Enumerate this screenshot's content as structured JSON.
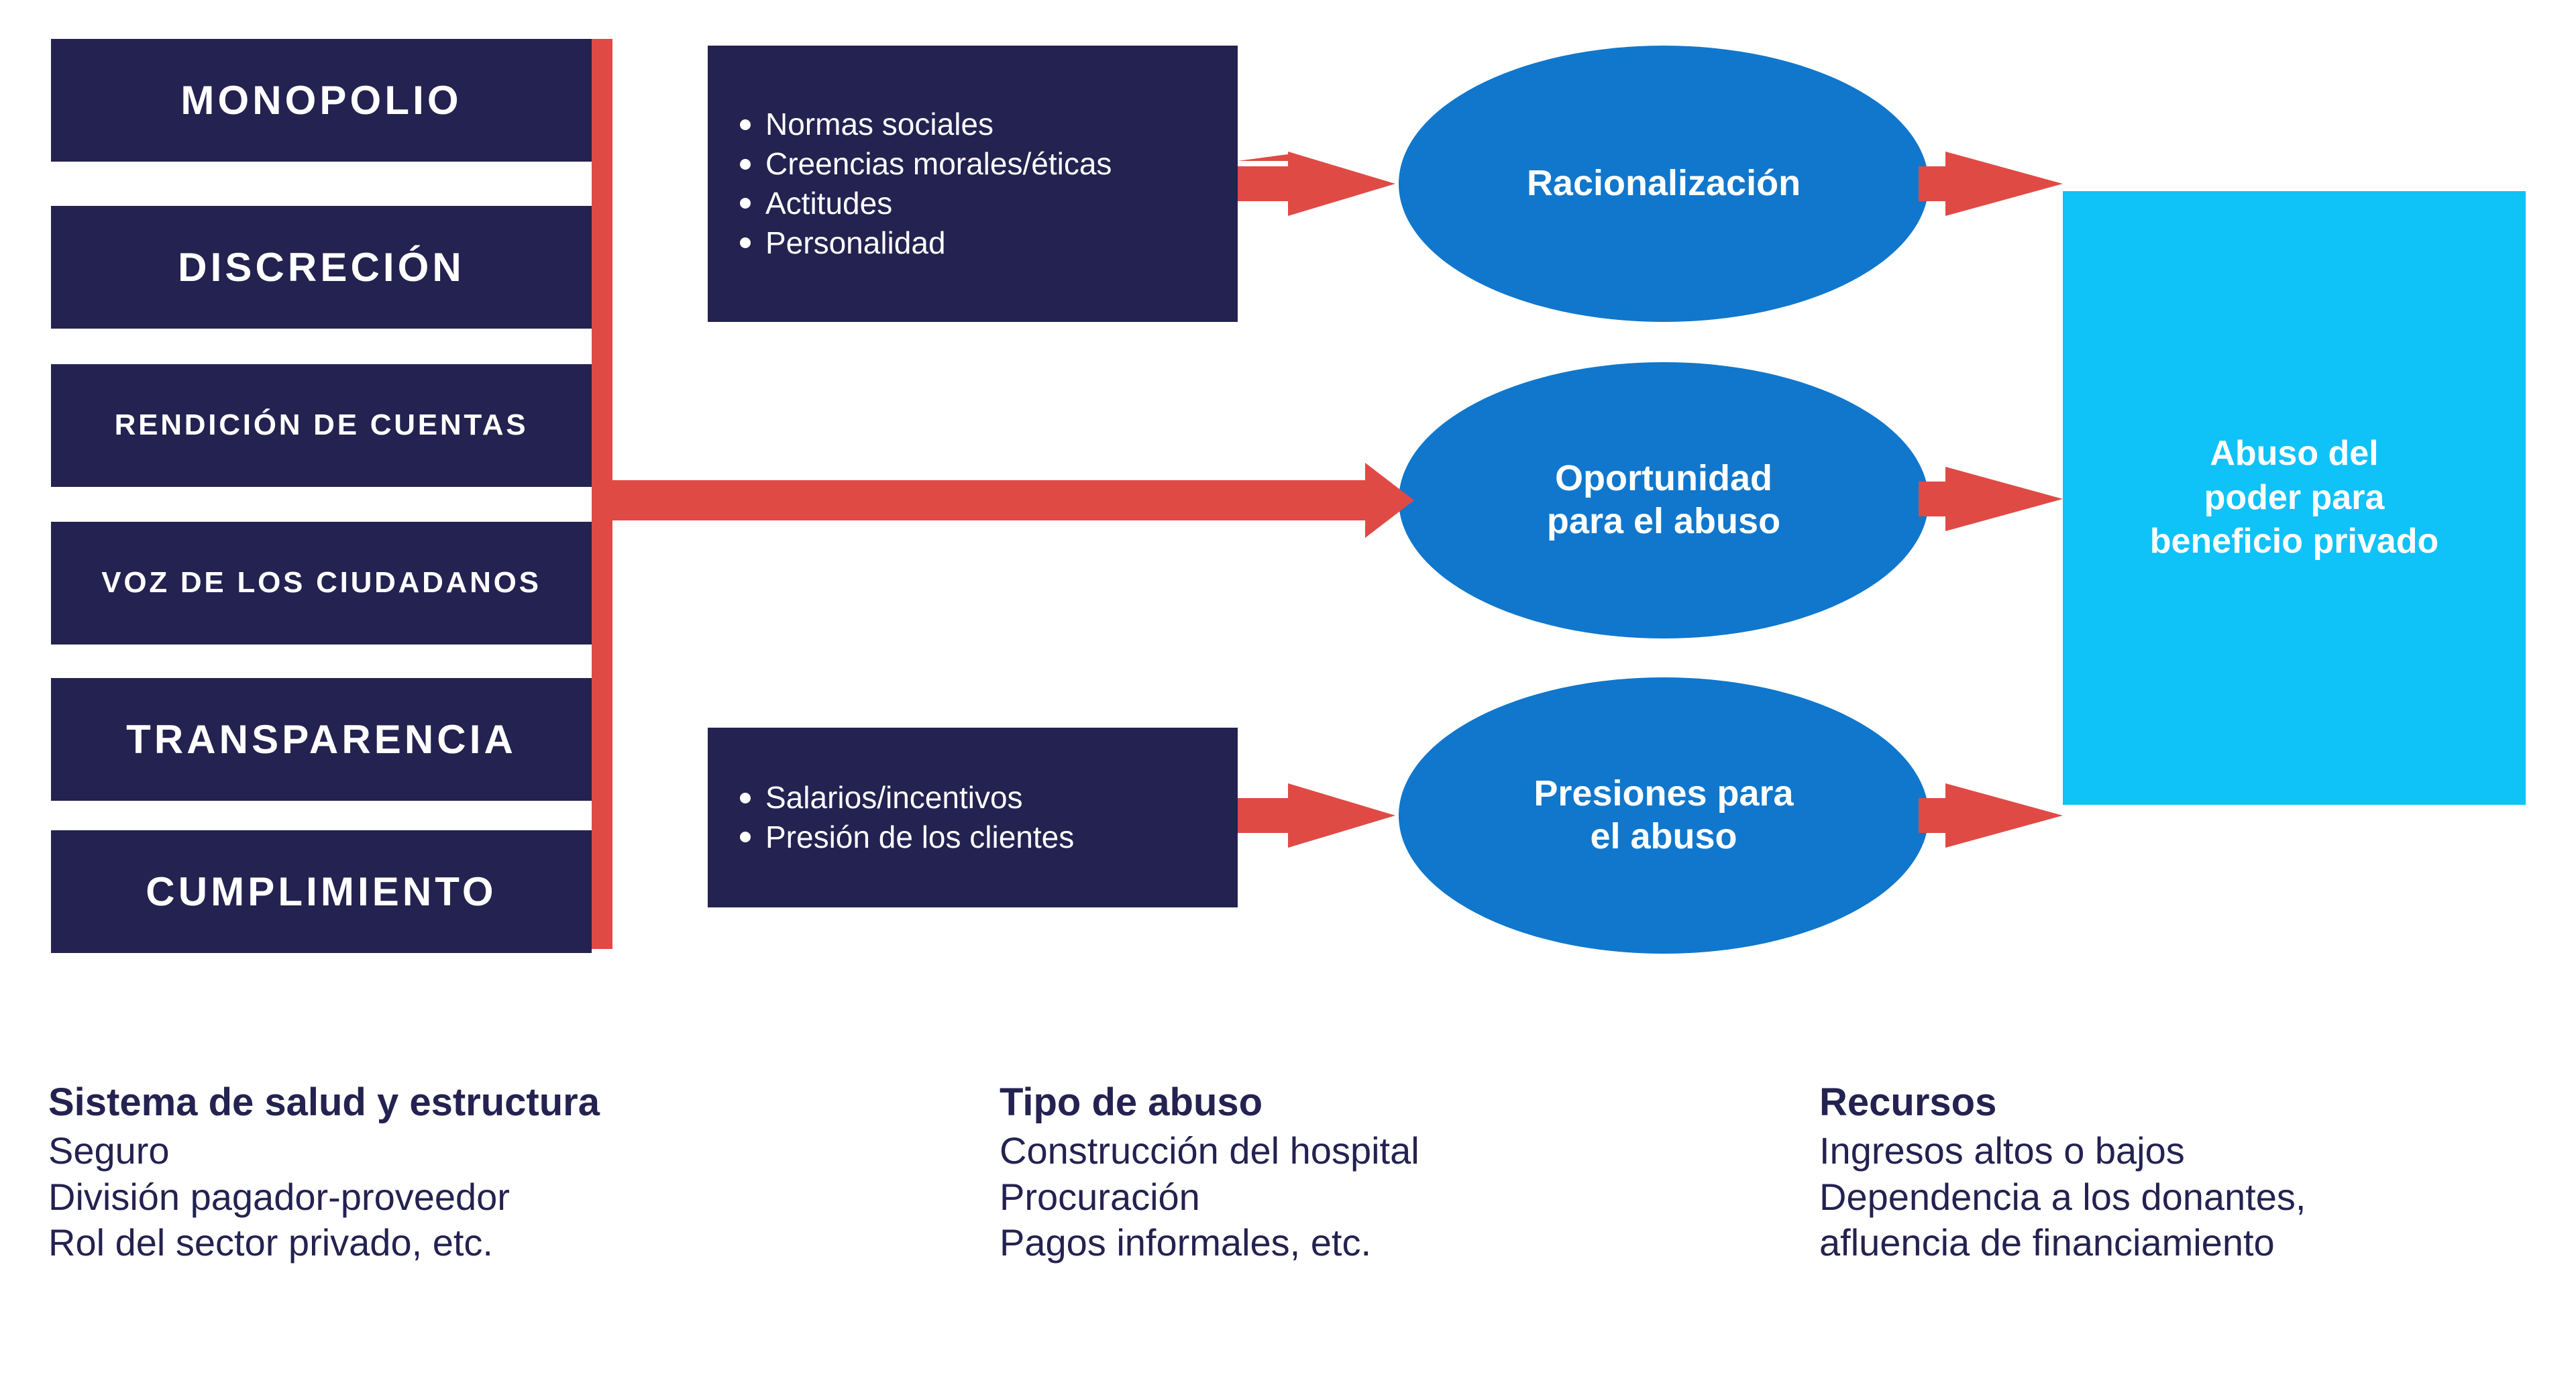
{
  "colors": {
    "navy": "#232250",
    "red": "#e04a45",
    "blue": "#1077cc",
    "cyan": "#0fc2f7",
    "white": "#ffffff",
    "background": "#ffffff"
  },
  "drivers": {
    "items": [
      {
        "label": "MONOPOLIO",
        "size": "big"
      },
      {
        "label": "DISCRECIÓN",
        "size": "big"
      },
      {
        "label": "RENDICIÓN DE CUENTAS",
        "size": "small"
      },
      {
        "label": "VOZ DE LOS CIUDADANOS",
        "size": "small"
      },
      {
        "label": "TRANSPARENCIA",
        "size": "big"
      },
      {
        "label": "CUMPLIMIENTO",
        "size": "big"
      }
    ]
  },
  "factor_boxes": [
    {
      "id": "individual-factors",
      "bullets": [
        "Normas sociales",
        "Creencias morales/éticas",
        "Actitudes",
        "Personalidad"
      ]
    },
    {
      "id": "pressure-factors",
      "bullets": [
        "Salarios/incentivos",
        "Presión de los clientes"
      ]
    }
  ],
  "ellipses": [
    {
      "id": "racionalizacion",
      "lines": [
        "Racionalización"
      ]
    },
    {
      "id": "oportunidad",
      "lines": [
        "Oportunidad",
        "para el abuso"
      ]
    },
    {
      "id": "presiones",
      "lines": [
        "Presiones para",
        "el abuso"
      ]
    }
  ],
  "outcome": {
    "lines": [
      "Abuso del",
      "poder para",
      "beneficio privado"
    ]
  },
  "legend": {
    "columns": [
      {
        "title": "Sistema de salud y estructura",
        "lines": [
          "Seguro",
          "División pagador-proveedor",
          "Rol del sector privado, etc."
        ]
      },
      {
        "title": "Tipo de abuso",
        "lines": [
          "Construcción del hospital",
          "Procuración",
          "Pagos informales, etc."
        ]
      },
      {
        "title": "Recursos",
        "lines": [
          "Ingresos altos o bajos",
          "Dependencia a los donantes,",
          "afluencia de financiamiento"
        ]
      }
    ]
  }
}
